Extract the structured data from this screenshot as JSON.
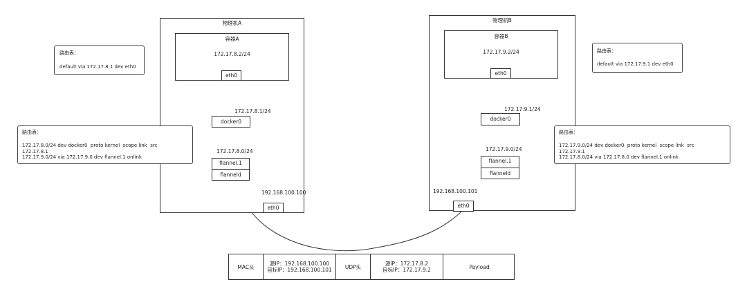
{
  "machine_a": {
    "title": "物理机A",
    "container_title": "容器A",
    "container_ip": "172.17.8.2/24",
    "eth0": "eth0",
    "docker0_ip": "172.17.8.1/24",
    "docker0": "docker0",
    "flannel_subnet": "172.17.8.0/24",
    "flannel1": "flannel.1",
    "flanneld": "flanneld",
    "host_ip": "192.168.100.100",
    "host_eth0": "eth0"
  },
  "machine_b": {
    "title": "物理机B",
    "container_title": "容器B",
    "container_ip": "172.17.9.2/24",
    "eth0": "eth0",
    "docker0_ip": "172.17.9.1/24",
    "docker0": "docker0",
    "flannel_subnet": "172.17.9.0/24",
    "flannel1": "flannel.1",
    "flanneld": "flanneld",
    "host_ip": "192.168.100.101",
    "host_eth0": "eth0"
  },
  "route_a_container": {
    "title": "路由表：",
    "lines": [
      "default via 172.17.8.1 dev eth0"
    ]
  },
  "route_a_host": {
    "title": "路由表：",
    "lines": [
      "172.17.8.0/24 dev docker0  proto kernel  scope link  src",
      "172.17.8.1",
      "172.17.9.0/24 via 172.17.9.0 dev flannel.1 onlink"
    ]
  },
  "route_b_container": {
    "title": "路由表：",
    "lines": [
      "default via 172.17.9.1 dev eth0"
    ]
  },
  "route_b_host": {
    "title": "路由表：",
    "lines": [
      "172.17.9.0/24 dev docker0  proto kernel  scope link  src",
      "172.17.9.1",
      "172.17.8.0/24 via 172.17.8.0 dev flannel.1 onlink"
    ]
  },
  "packet": {
    "mac": "MAC头",
    "outer_src": "源IP：192.168.100.100",
    "outer_dst": "目标IP：192.168.100.101",
    "udp": "UDP头",
    "inner_src": "源IP：172.17.8.2",
    "inner_dst": "目标IP：172.17.9.2",
    "payload": "Payload"
  }
}
